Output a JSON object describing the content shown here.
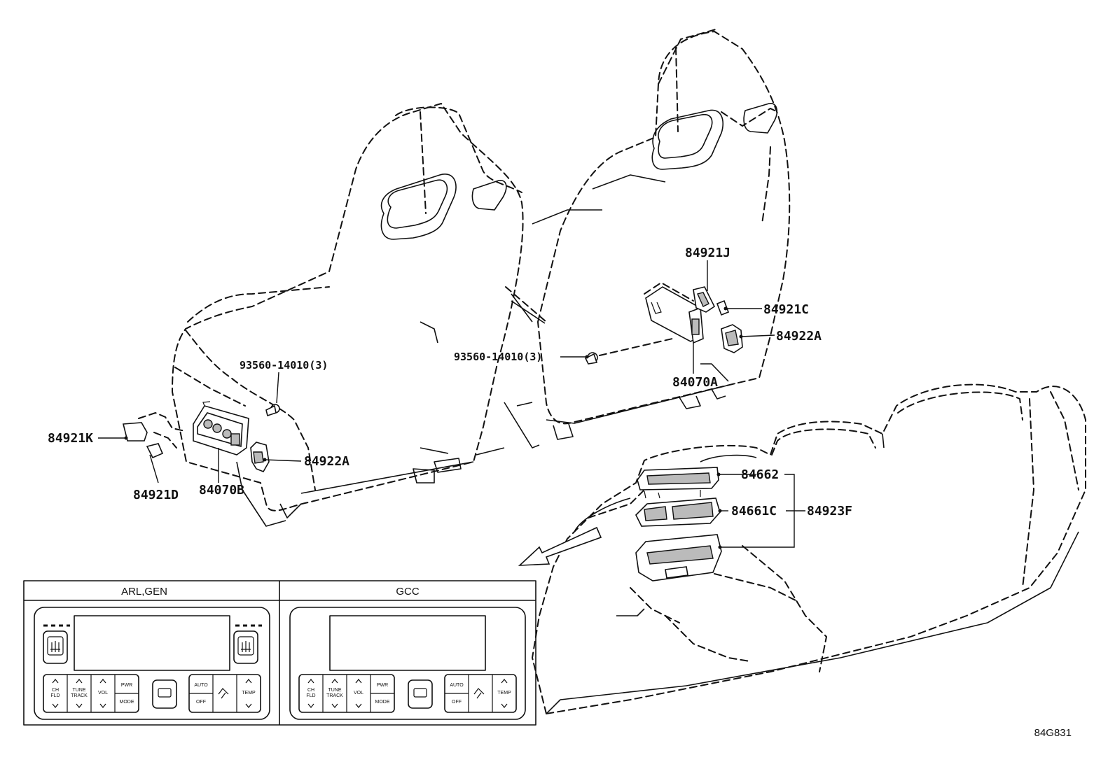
{
  "callouts": {
    "c84921K": "84921K",
    "c84921D": "84921D",
    "c84070B": "84070B",
    "c84922A_left": "84922A",
    "c93560_left": "93560-14010(3)",
    "c84921J": "84921J",
    "c84921C": "84921C",
    "c84922A_right": "84922A",
    "c93560_right": "93560-14010(3)",
    "c84070A": "84070A",
    "c84662": "84662",
    "c84661C": "84661C",
    "c84923F": "84923F"
  },
  "panels": {
    "left_title": "ARL,GEN",
    "right_title": "GCC",
    "keys": {
      "ch": "CH",
      "fld": "FLD",
      "tune": "TUNE",
      "track": "TRACK",
      "vol": "VOL",
      "pwr": "PWR",
      "mode": "MODE",
      "auto": "AUTO",
      "off": "OFF",
      "temp": "TEMP"
    }
  },
  "diagram_ref": "84G831"
}
